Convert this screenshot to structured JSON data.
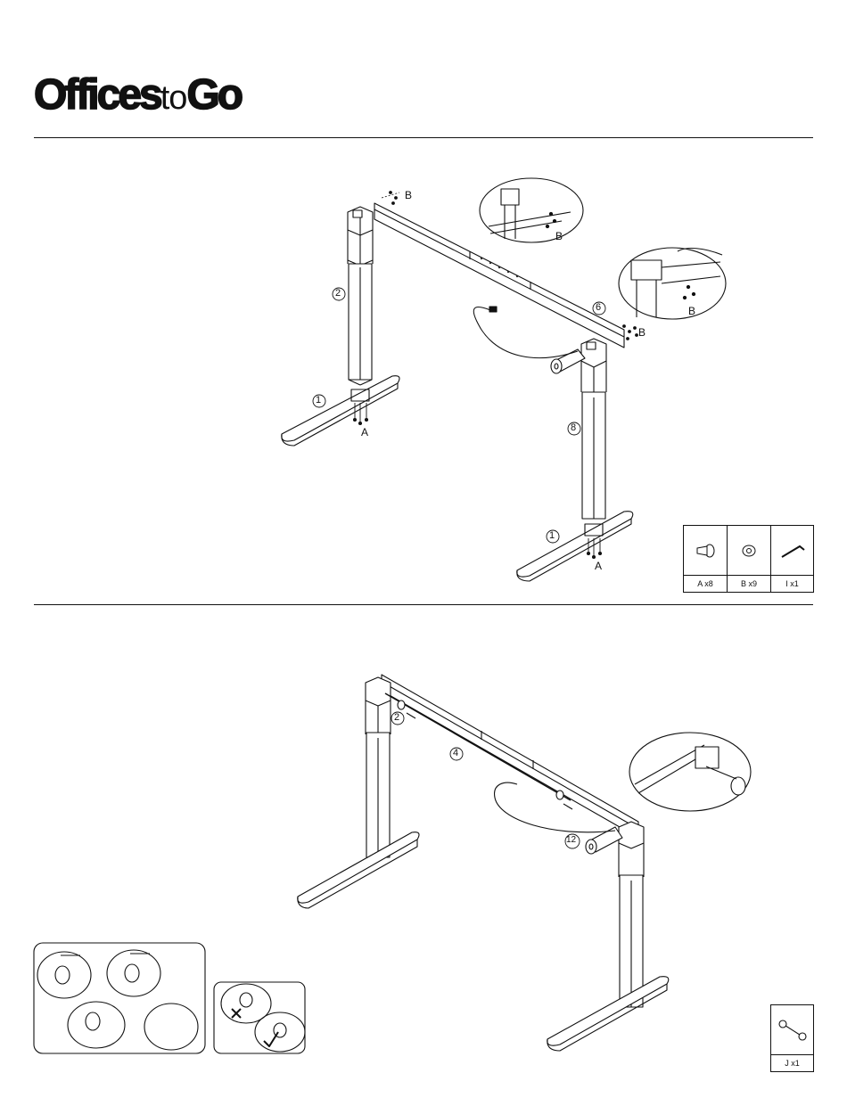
{
  "brand": {
    "part1": "Offices",
    "part2": "to",
    "part3": "Go"
  },
  "step1": {
    "callouts": {
      "base": "1",
      "column": "2",
      "beam": "6",
      "column_motor": "8",
      "screw_a": "A",
      "screw_b": "B"
    },
    "parts": [
      {
        "icon": "bolt-icon",
        "label": "A x8"
      },
      {
        "icon": "screw-icon",
        "label": "B x9"
      },
      {
        "icon": "allen-key-icon",
        "label": "I x1"
      }
    ]
  },
  "step2": {
    "callouts": {
      "shaft": "2",
      "beam": "4",
      "motor": "12"
    },
    "parts": [
      {
        "icon": "wrench-icon",
        "label": "J x1"
      }
    ]
  },
  "colors": {
    "line": "#111111",
    "paper": "#ffffff"
  }
}
